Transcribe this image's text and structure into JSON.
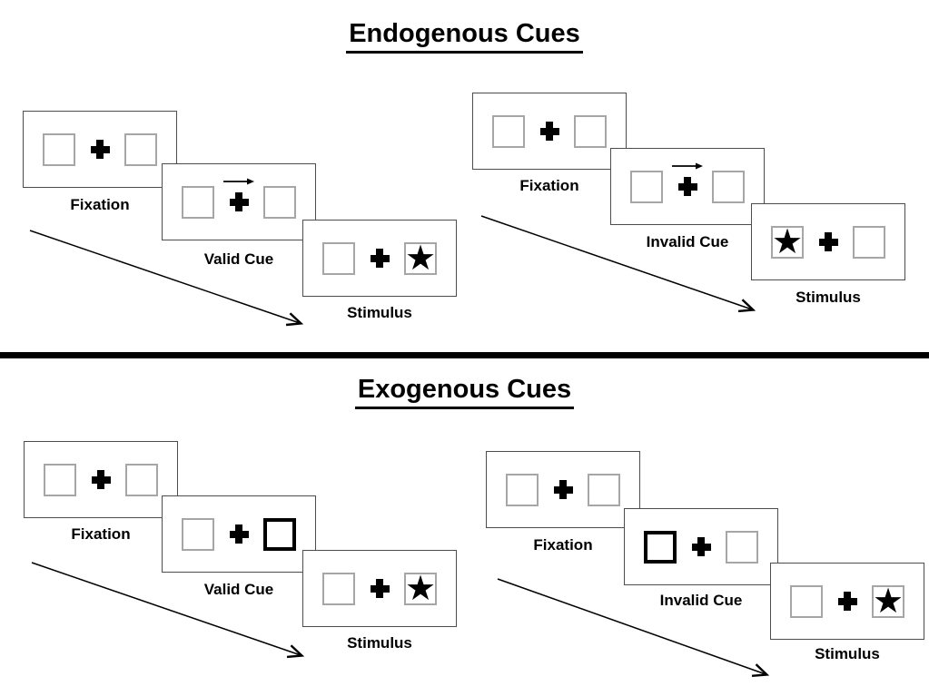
{
  "icons": {
    "star": "★"
  },
  "colors": {
    "background": "#ffffff",
    "text": "#000000",
    "panel_border": "#4d4d4d",
    "box_border": "#a6a6a6",
    "cue_highlight_border": "#000000",
    "divider": "#000000"
  },
  "sections": [
    {
      "title": "Endogenous Cues",
      "sequences": [
        {
          "id": "endogenous-valid",
          "fixation_label": "Fixation",
          "cue_label": "Valid Cue",
          "stimulus_label": "Stimulus",
          "cue_type": "central-arrow-right",
          "stimulus_side": "right"
        },
        {
          "id": "endogenous-invalid",
          "fixation_label": "Fixation",
          "cue_label": "Invalid Cue",
          "stimulus_label": "Stimulus",
          "cue_type": "central-arrow-right",
          "stimulus_side": "left"
        }
      ]
    },
    {
      "title": "Exogenous Cues",
      "sequences": [
        {
          "id": "exogenous-valid",
          "fixation_label": "Fixation",
          "cue_label": "Valid Cue",
          "stimulus_label": "Stimulus",
          "cue_type": "peripheral-highlight-right",
          "stimulus_side": "right"
        },
        {
          "id": "exogenous-invalid",
          "fixation_label": "Fixation",
          "cue_label": "Invalid Cue",
          "stimulus_label": "Stimulus",
          "cue_type": "peripheral-highlight-left",
          "stimulus_side": "right"
        }
      ]
    }
  ]
}
